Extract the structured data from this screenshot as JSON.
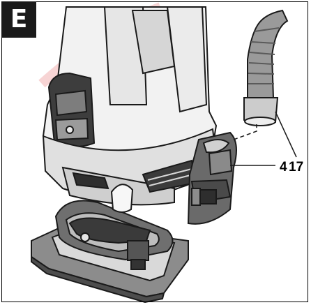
{
  "figure": {
    "panel_label": "E",
    "callouts": [
      {
        "number": "4"
      },
      {
        "number": "17"
      }
    ]
  }
}
